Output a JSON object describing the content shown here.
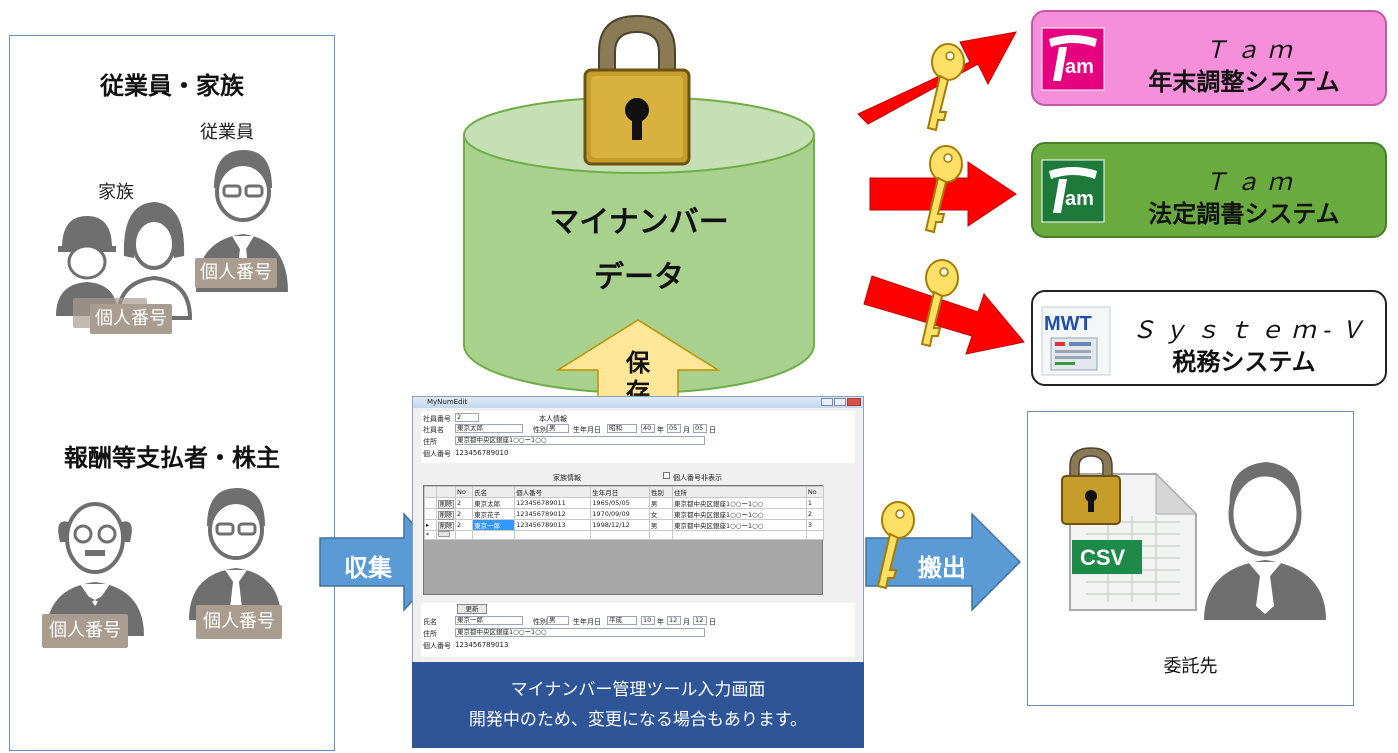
{
  "left_panel": {
    "group1": {
      "title": "従業員・家族",
      "employee_label": "従業員",
      "family_label": "家族",
      "card_employee": "個人番号",
      "card_family": "個人番号"
    },
    "group2": {
      "title": "報酬等支払者・株主",
      "card_left": "個人番号",
      "card_right": "個人番号"
    }
  },
  "database": {
    "line1": "マイナンバー",
    "line2": "データ"
  },
  "arrows": {
    "collect": "収集",
    "save_line1": "保",
    "save_line2": "存",
    "export": "搬出"
  },
  "systems": [
    {
      "name": "Ｔａｍ",
      "sub": "年末調整システム",
      "color": "#f58fd9"
    },
    {
      "name": "Ｔａｍ",
      "sub": "法定調書システム",
      "color": "#6aab3f"
    },
    {
      "name": "Ｓｙｓｔｅｍ-Ｖ",
      "sub": "税務システム",
      "color": "#ffffff"
    }
  ],
  "tam_logo_text": "am",
  "mwt_logo_text": "MWT",
  "contractor": {
    "label": "委託先",
    "file_badge": "CSV"
  },
  "caption": {
    "line1": "マイナンバー管理ツール入力画面",
    "line2": "開発中のため、変更になる場合もあります。"
  },
  "app": {
    "window_title": "MyNumEdit",
    "top": {
      "employee_no_label": "社員番号",
      "employee_no": "2",
      "section_label": "本人情報",
      "employee_name_label": "社員名",
      "employee_name": "東京太郎",
      "gender_label": "性別",
      "gender": "男",
      "birth_label": "生年月日",
      "era": "昭和",
      "year": "40",
      "year_unit": "年",
      "month": "05",
      "month_unit": "月",
      "day": "05",
      "day_unit": "日",
      "address_label": "住所",
      "address": "東京都中央区銀座1○○ー1○○",
      "id_label": "個人番号",
      "id_value": "123456789010"
    },
    "family": {
      "section_label": "家族情報",
      "hide_id_label": "個人番号非表示",
      "columns": [
        "",
        "",
        "No",
        "氏名",
        "個人番号",
        "生年月日",
        "性別",
        "住所",
        "No"
      ],
      "delete_label": "削除",
      "rows": [
        [
          "2",
          "東京太郎",
          "123456789011",
          "1965/05/05",
          "男",
          "東京都中央区銀座1○○ー1○○",
          "1"
        ],
        [
          "2",
          "東京花子",
          "123456789012",
          "1970/09/09",
          "女",
          "東京都中央区銀座1○○ー1○○",
          "2"
        ],
        [
          "2",
          "東京一郎",
          "123456789013",
          "1998/12/12",
          "男",
          "東京都中央区銀座1○○ー1○○",
          "3"
        ]
      ]
    },
    "bottom": {
      "update_label": "更新",
      "name_label": "氏名",
      "name": "東京一郎",
      "gender_label": "性別",
      "gender": "男",
      "birth_label": "生年月日",
      "era": "平成",
      "year": "10",
      "year_unit": "年",
      "month": "12",
      "month_unit": "月",
      "day": "12",
      "day_unit": "日",
      "address_label": "住所",
      "address": "東京都中央区銀座1○○ー1○○",
      "id_label": "個人番号",
      "id_value": "123456789013"
    }
  }
}
